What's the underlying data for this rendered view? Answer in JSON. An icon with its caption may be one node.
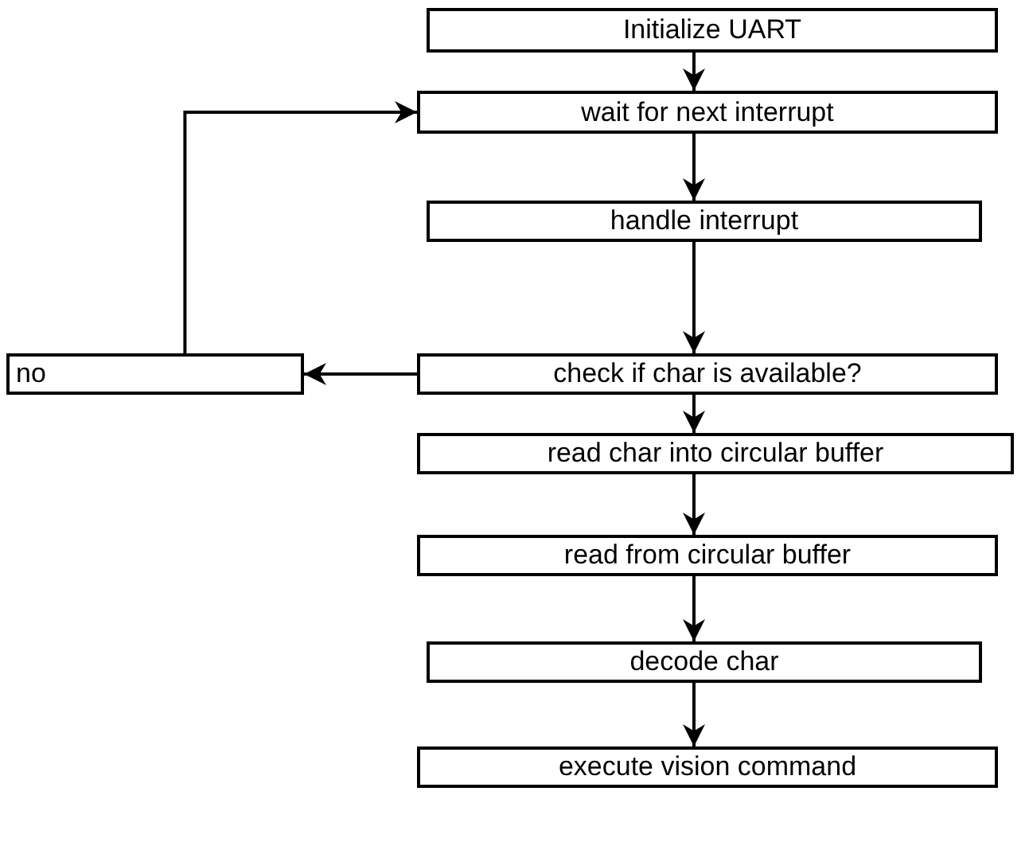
{
  "diagram": {
    "nodes": [
      {
        "text": [
          "Initialize UART"
        ]
      },
      {
        "text": [
          "wait for next interrupt"
        ]
      },
      {
        "text": [
          "handle interrupt"
        ]
      },
      {
        "text": [
          "check if char is available?"
        ]
      },
      {
        "text": [
          "no"
        ]
      },
      {
        "text": [
          "read char into circular buffer"
        ]
      },
      {
        "text": [
          "read from circular buffer"
        ]
      },
      {
        "text": [
          "decode char"
        ]
      },
      {
        "text": [
          "execute vision command"
        ]
      }
    ],
    "edges": [
      {
        "from": 0,
        "to": 1,
        "arrow": "to"
      },
      {
        "from": 1,
        "to": 2,
        "arrow": "to"
      },
      {
        "from": 2,
        "to": 3,
        "arrow": "to"
      },
      {
        "from": 3,
        "to": 4,
        "arrow": "to"
      },
      {
        "from": 4,
        "to": 1,
        "arrow": "to"
      },
      {
        "from": 3,
        "to": 5,
        "arrow": "to"
      },
      {
        "from": 5,
        "to": 6,
        "arrow": "to"
      },
      {
        "from": 6,
        "to": 7,
        "arrow": "to"
      },
      {
        "from": 7,
        "to": 8,
        "arrow": "to"
      }
    ]
  }
}
